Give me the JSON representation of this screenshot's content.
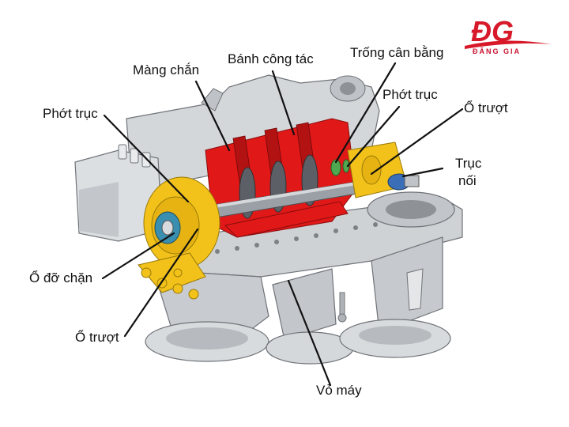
{
  "logo": {
    "mark": "ĐG",
    "subtitle": "ĐĂNG GIA",
    "color": "#d7192a"
  },
  "labels": {
    "mang_chan": "Màng chắn",
    "banh_cong_tac": "Bánh công tác",
    "trong_can_bang": "Trống cân bằng",
    "phot_truc_right": "Phớt trục",
    "o_truot_right": "Ổ trượt",
    "truc_noi_line1": "Trục",
    "truc_noi_line2": "nối",
    "phot_truc_left": "Phớt trục",
    "o_do_chan": "Ổ đỡ chặn",
    "o_truot_left": "Ổ trượt",
    "vo_may": "Vỏ máy"
  },
  "colors": {
    "housing": "#c9ccd0",
    "housing_dark": "#8e9297",
    "housing_light": "#e6e8ea",
    "impeller": "#e01818",
    "yellow_parts": "#f2c21b",
    "shaft": "#9aa0a6",
    "leader_line": "#111111"
  }
}
